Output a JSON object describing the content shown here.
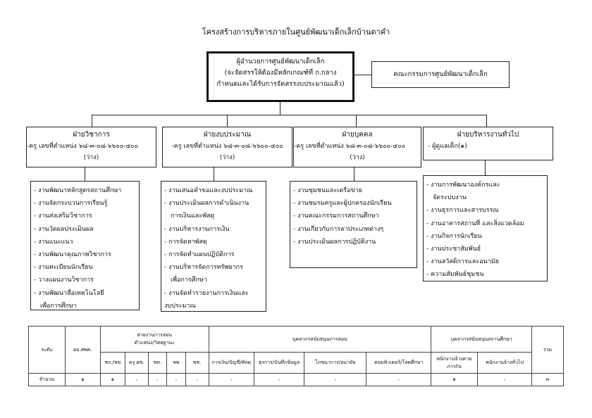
{
  "title": "โครงสร้างการบริหารภายในศูนย์พัฒนาเด็กเล็กบ้านตาคำ",
  "director": {
    "lines": [
      "ผู้อำนวยการศูนย์พัฒนาเด็กเล็ก",
      "(จะจัดสรรให้ต้องมีหลักเกณฑ์ที่ ก.กลาง",
      "กำหนดและได้รับการจัดสรรงบประมาณแล้ว)"
    ]
  },
  "committee": "คณะกรรมการศูนย์พัฒนาเด็กเล็ก",
  "departments": [
    {
      "name": "ฝ่ายวิชาการ",
      "line1": "-ครู เลขที่ตำแหน่ง ๖๘-๓-๐๘-๖๖๐๐-๔๐๐",
      "line2": "(ว่าง)",
      "tasks": [
        "- งานพัฒนาหลักสูตรสถานศึกษา",
        "- งานจัดกระบวนการเรียนรู้",
        "- งานส่งเสริมวิชาการ",
        "- งานวัดผลประเมินผล",
        "- งานแนะแนว",
        "- งานพัฒนาคุณภาพวิชาการ",
        "- งานทะเบียนนักเรียน",
        "- วางแผนงานวิชาการ",
        "- งานพัฒนาสื่อเทคโนโลยี",
        "เพื่อการศึกษา"
      ]
    },
    {
      "name": "ฝ่ายงบประมาณ",
      "line1": "-ครู เลขที่ตำแหน่ง ๖๘-๓-๐๘-๖๖๐๐-๔๐๐",
      "line2": "(ว่าง)",
      "tasks": [
        "- งานเสนอคำขอและงบประมาณ",
        "- งานประเมินผลการดำเนินงาน",
        "การเงินและพัสดุ",
        "- งานบริหารงานการเงิน",
        "- การจัดหาพัสดุ",
        "- การจัดทำแผนปฏิบัติการ",
        "- งานบริหารจัดการทรัพยากร",
        "เพื่อการศึกษา",
        "- งานจัดทำรายงานการเงินและ",
        "งบประมาณ"
      ]
    },
    {
      "name": "ฝ่ายบุคคล",
      "line1": "-ครู เลขที่ตำแหน่ง ๖๘-๓-๐๘-๖๖๐๐-๔๐๐",
      "line2": "(ว่าง)",
      "tasks": [
        "- งานชุมชนและเครือข่าย",
        "- งานชมรมครูและผู้ปกครองนักเรียน",
        "- งานคณะกรรมการสถานศึกษา",
        "- งานเกี่ยวกับการลาประเภทต่างๆ",
        "- งานประเมินผลการปฏิบัติงาน"
      ]
    },
    {
      "name": "ฝ่ายบริหารงานทั่วไป",
      "line1": "- ผู้ดูแลเด็ก(๑)",
      "line2": "",
      "tasks": [
        "- งานการพัฒนาองค์กรและ",
        "จัดระบบงาน",
        "- งานธุรการและสารบรรณ",
        "- งานอาคารสถานที่ และสิ่งแวดล้อม",
        "- งานกิจการนักเรียน",
        "- งานประชาสัมพันธ์",
        "- งานสวัสดิการและอนามัย",
        "- ความสัมพันธ์ชุมชน"
      ]
    }
  ],
  "table": {
    "h_level": "ระดับ",
    "h_director": "ผอ.ศพด.",
    "h_teach": "สายงานการสอน",
    "h_teach2": "ตำแหน่ง/วิทยฐานะ",
    "h_support": "บุคลากรสนับสนุนการสอน",
    "h_school": "บุคลากรสนับสนุนสถานศึกษา",
    "h_total": "รวม",
    "sub": [
      "ชก./ชข",
      "ครู ผช.",
      "ชท.",
      "ชพ",
      "ชช.",
      "การเงิน/บัญชี/พัสดุ",
      "ธุรการ/บันทึกข้อมูล",
      "โภชนาการ/อนามัย",
      "คอมพิวเตอร์/โสตศึกษา",
      "พนักงานจ้างตามภารกิจ",
      "พนักงานจ้างทั่วไป"
    ],
    "row_label": "จำนวน",
    "values": [
      "๑",
      "๑",
      "-",
      "-",
      "-",
      "-",
      "-",
      "-",
      "-",
      "-",
      "๑",
      "-",
      "๓"
    ]
  }
}
